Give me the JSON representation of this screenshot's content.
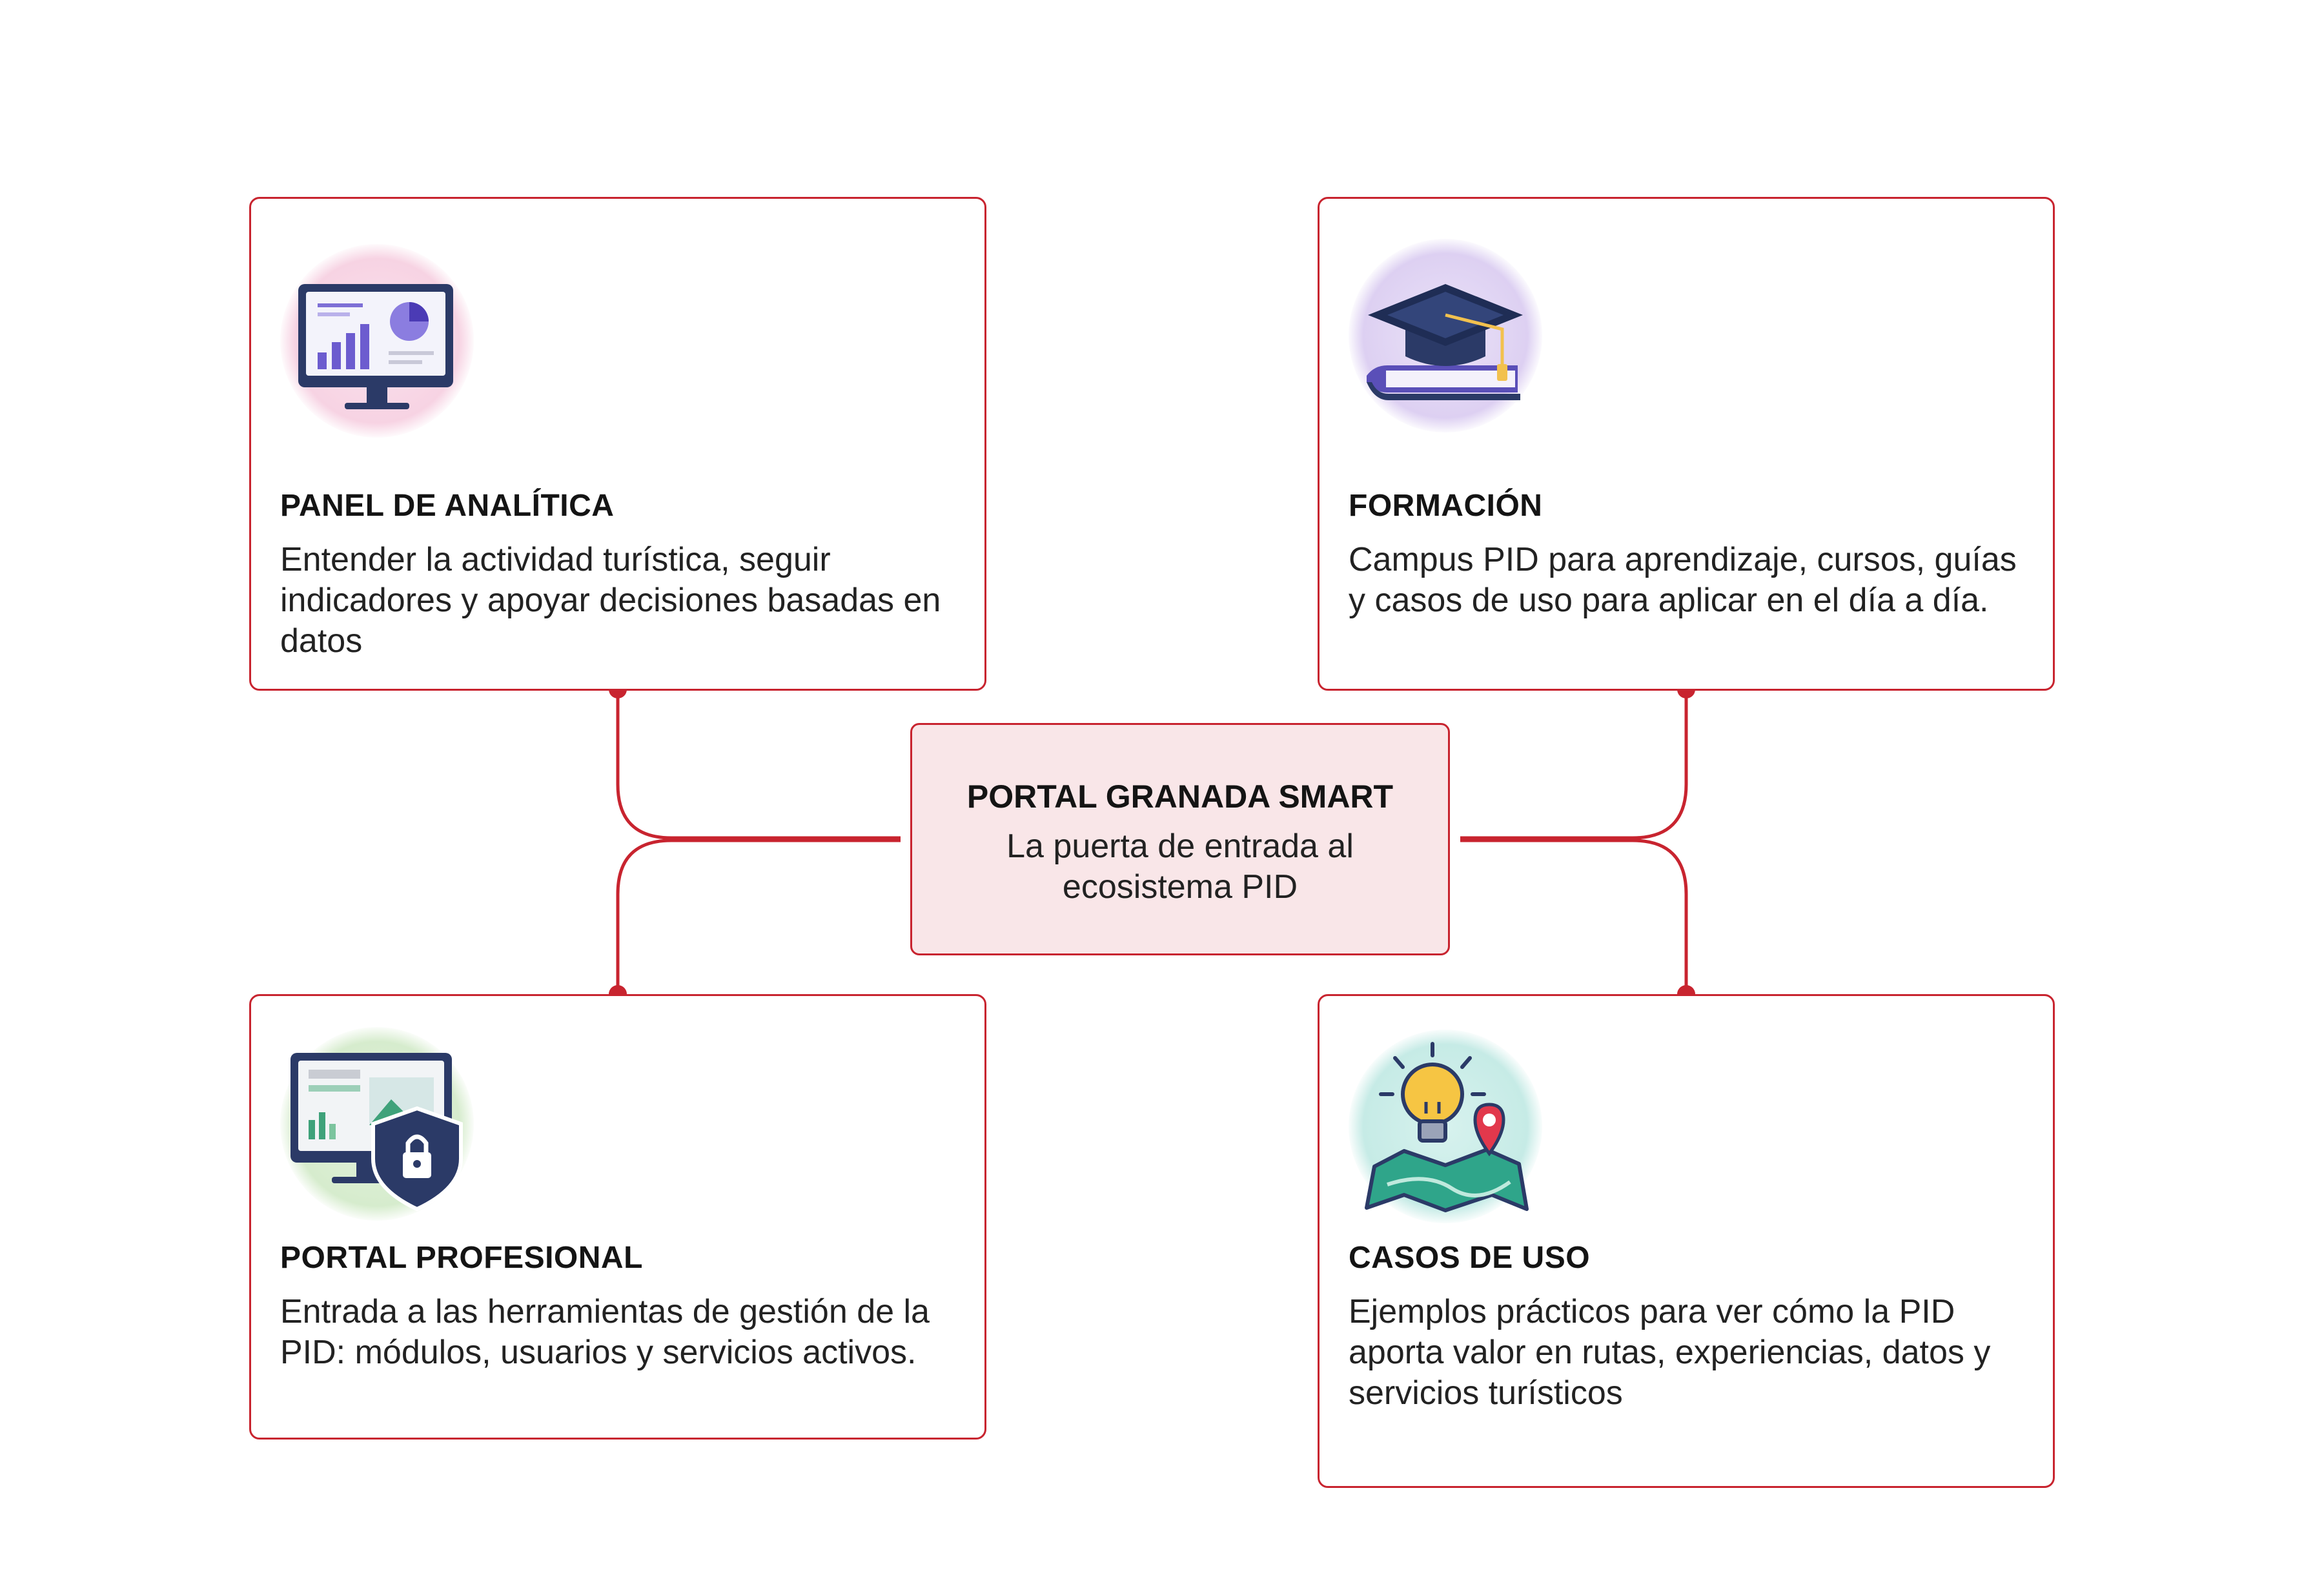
{
  "center": {
    "title": "PORTAL GRANADA SMART",
    "subtitle": "La puerta de entrada al ecosistema PID"
  },
  "cards": {
    "panel": {
      "title": "PANEL DE ANALÍTICA",
      "text": "Entender la actividad turística, seguir indicadores y apoyar decisiones basadas en datos",
      "icon": "analytics-monitor-icon"
    },
    "formacion": {
      "title": "FORMACIÓN",
      "text": "Campus PID para aprendizaje, cursos, guías y casos de uso para aplicar en el día a día.",
      "icon": "graduation-cap-book-icon"
    },
    "profesional": {
      "title": "PORTAL PROFESIONAL",
      "text": "Entrada a las herramientas de gestión de la PID: módulos, usuarios y servicios activos.",
      "icon": "secure-monitor-icon"
    },
    "casos": {
      "title": "CASOS DE USO",
      "text": "Ejemplos prácticos para ver cómo la PID aporta valor en rutas, experiencias, datos y servicios turísticos",
      "icon": "lightbulb-map-pin-icon"
    }
  },
  "colors": {
    "accent": "#c8242f",
    "center_fill": "#f9e6e8"
  }
}
